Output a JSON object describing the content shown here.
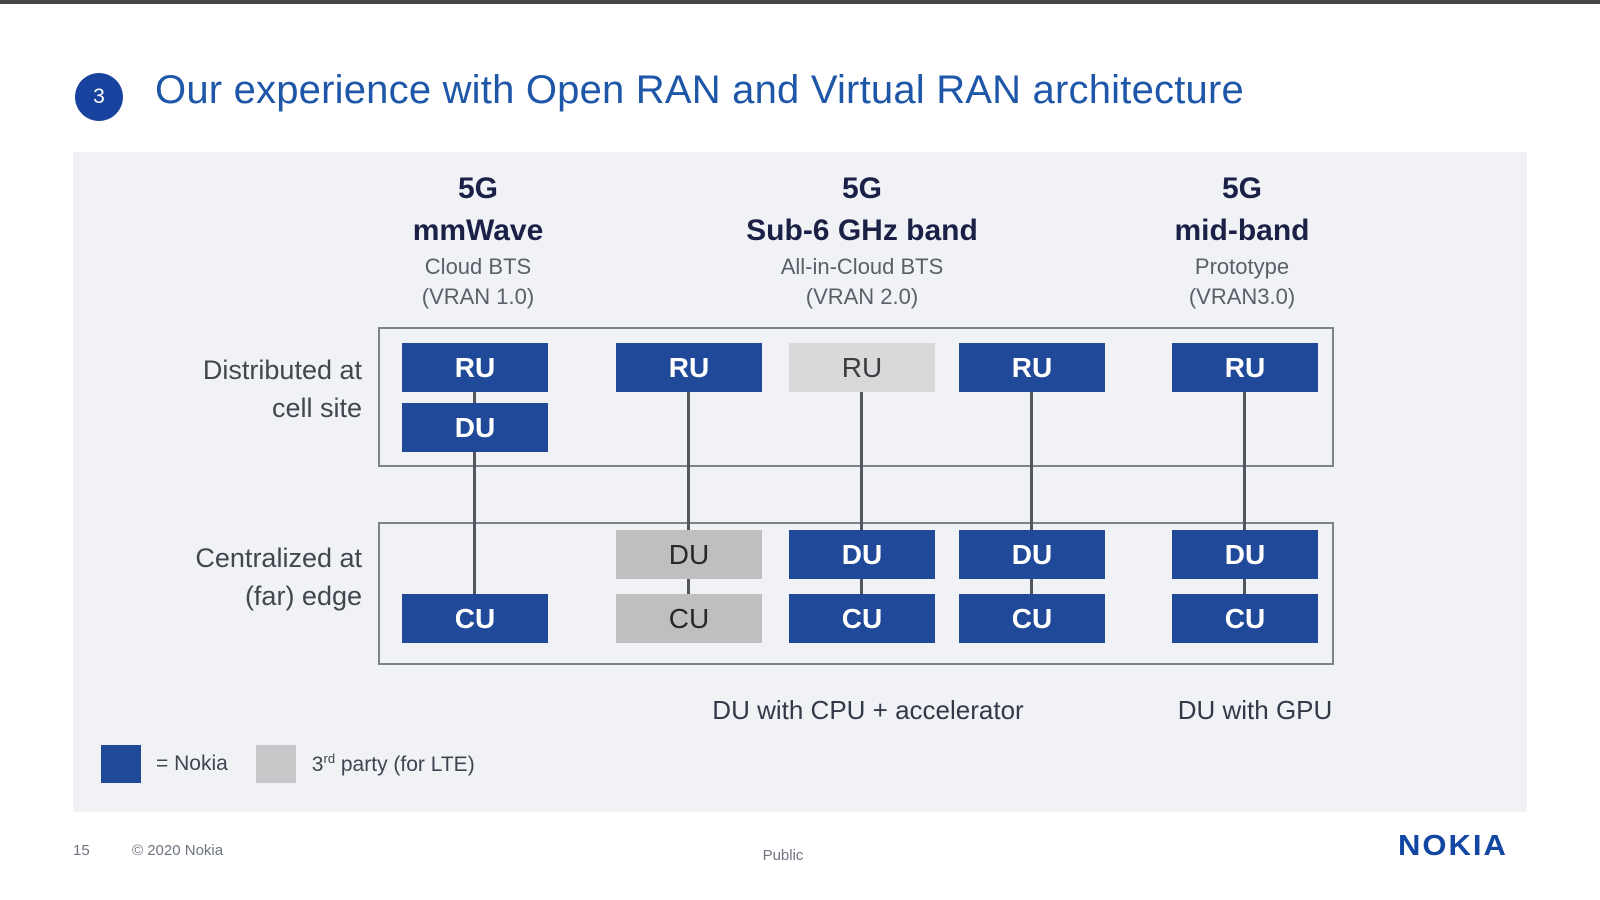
{
  "title": {
    "number": "3",
    "text": "Our experience with Open RAN and Virtual RAN architecture"
  },
  "columns": [
    {
      "line1": "5G",
      "line2": "mmWave",
      "sub1": "Cloud BTS",
      "sub2": "(VRAN 1.0)"
    },
    {
      "line1": "5G",
      "line2": "Sub-6 GHz band",
      "sub1": "All-in-Cloud BTS",
      "sub2": "(VRAN 2.0)"
    },
    {
      "line1": "5G",
      "line2": "mid-band",
      "sub1": "Prototype",
      "sub2": "(VRAN3.0)"
    }
  ],
  "diagram": {
    "row_labels": [
      {
        "line1": "Distributed at",
        "line2": "cell site"
      },
      {
        "line1": "Centralized at",
        "line2": "(far) edge"
      }
    ],
    "nodes": {
      "c1_ru": {
        "label": "RU",
        "vendor": "nokia"
      },
      "c1_du": {
        "label": "DU",
        "vendor": "nokia"
      },
      "c1_cu": {
        "label": "CU",
        "vendor": "nokia"
      },
      "c2_ru": {
        "label": "RU",
        "vendor": "nokia"
      },
      "c2_du": {
        "label": "DU",
        "vendor": "third_party"
      },
      "c2_cu": {
        "label": "CU",
        "vendor": "third_party"
      },
      "c3_ru": {
        "label": "RU",
        "vendor": "third_party"
      },
      "c3_du": {
        "label": "DU",
        "vendor": "nokia"
      },
      "c3_cu": {
        "label": "CU",
        "vendor": "nokia"
      },
      "c4_ru": {
        "label": "RU",
        "vendor": "nokia"
      },
      "c4_du": {
        "label": "DU",
        "vendor": "nokia"
      },
      "c4_cu": {
        "label": "CU",
        "vendor": "nokia"
      },
      "c5_ru": {
        "label": "RU",
        "vendor": "nokia"
      },
      "c5_du": {
        "label": "DU",
        "vendor": "nokia"
      },
      "c5_cu": {
        "label": "CU",
        "vendor": "nokia"
      }
    }
  },
  "captions": {
    "cpu": "DU with CPU + accelerator",
    "gpu": "DU with GPU"
  },
  "legend": {
    "nokia_label": "= Nokia",
    "third_prefix": "3",
    "third_sup": "rd",
    "third_rest": " party (for LTE)"
  },
  "footer": {
    "page": "15",
    "copyright": "© 2020 Nokia",
    "classification": "Public",
    "logo": "NOKIA"
  },
  "colors": {
    "accent-blue": "#1f57a8",
    "badge-blue": "#17429e",
    "nokia-blue": "#204a99",
    "third-light": "#d9d9d9",
    "third-dark": "#bfbfbf",
    "legend-gray": "#c6c8ca",
    "panel-bg": "#f0f2f5",
    "header-navy": "#1a2046",
    "line-gray": "#53565c",
    "border-gray": "#7d838c",
    "text-gray": "#5a5f69",
    "footer-gray": "#6e7480",
    "logo-blue": "#1246a3",
    "topbar": "#474747"
  }
}
